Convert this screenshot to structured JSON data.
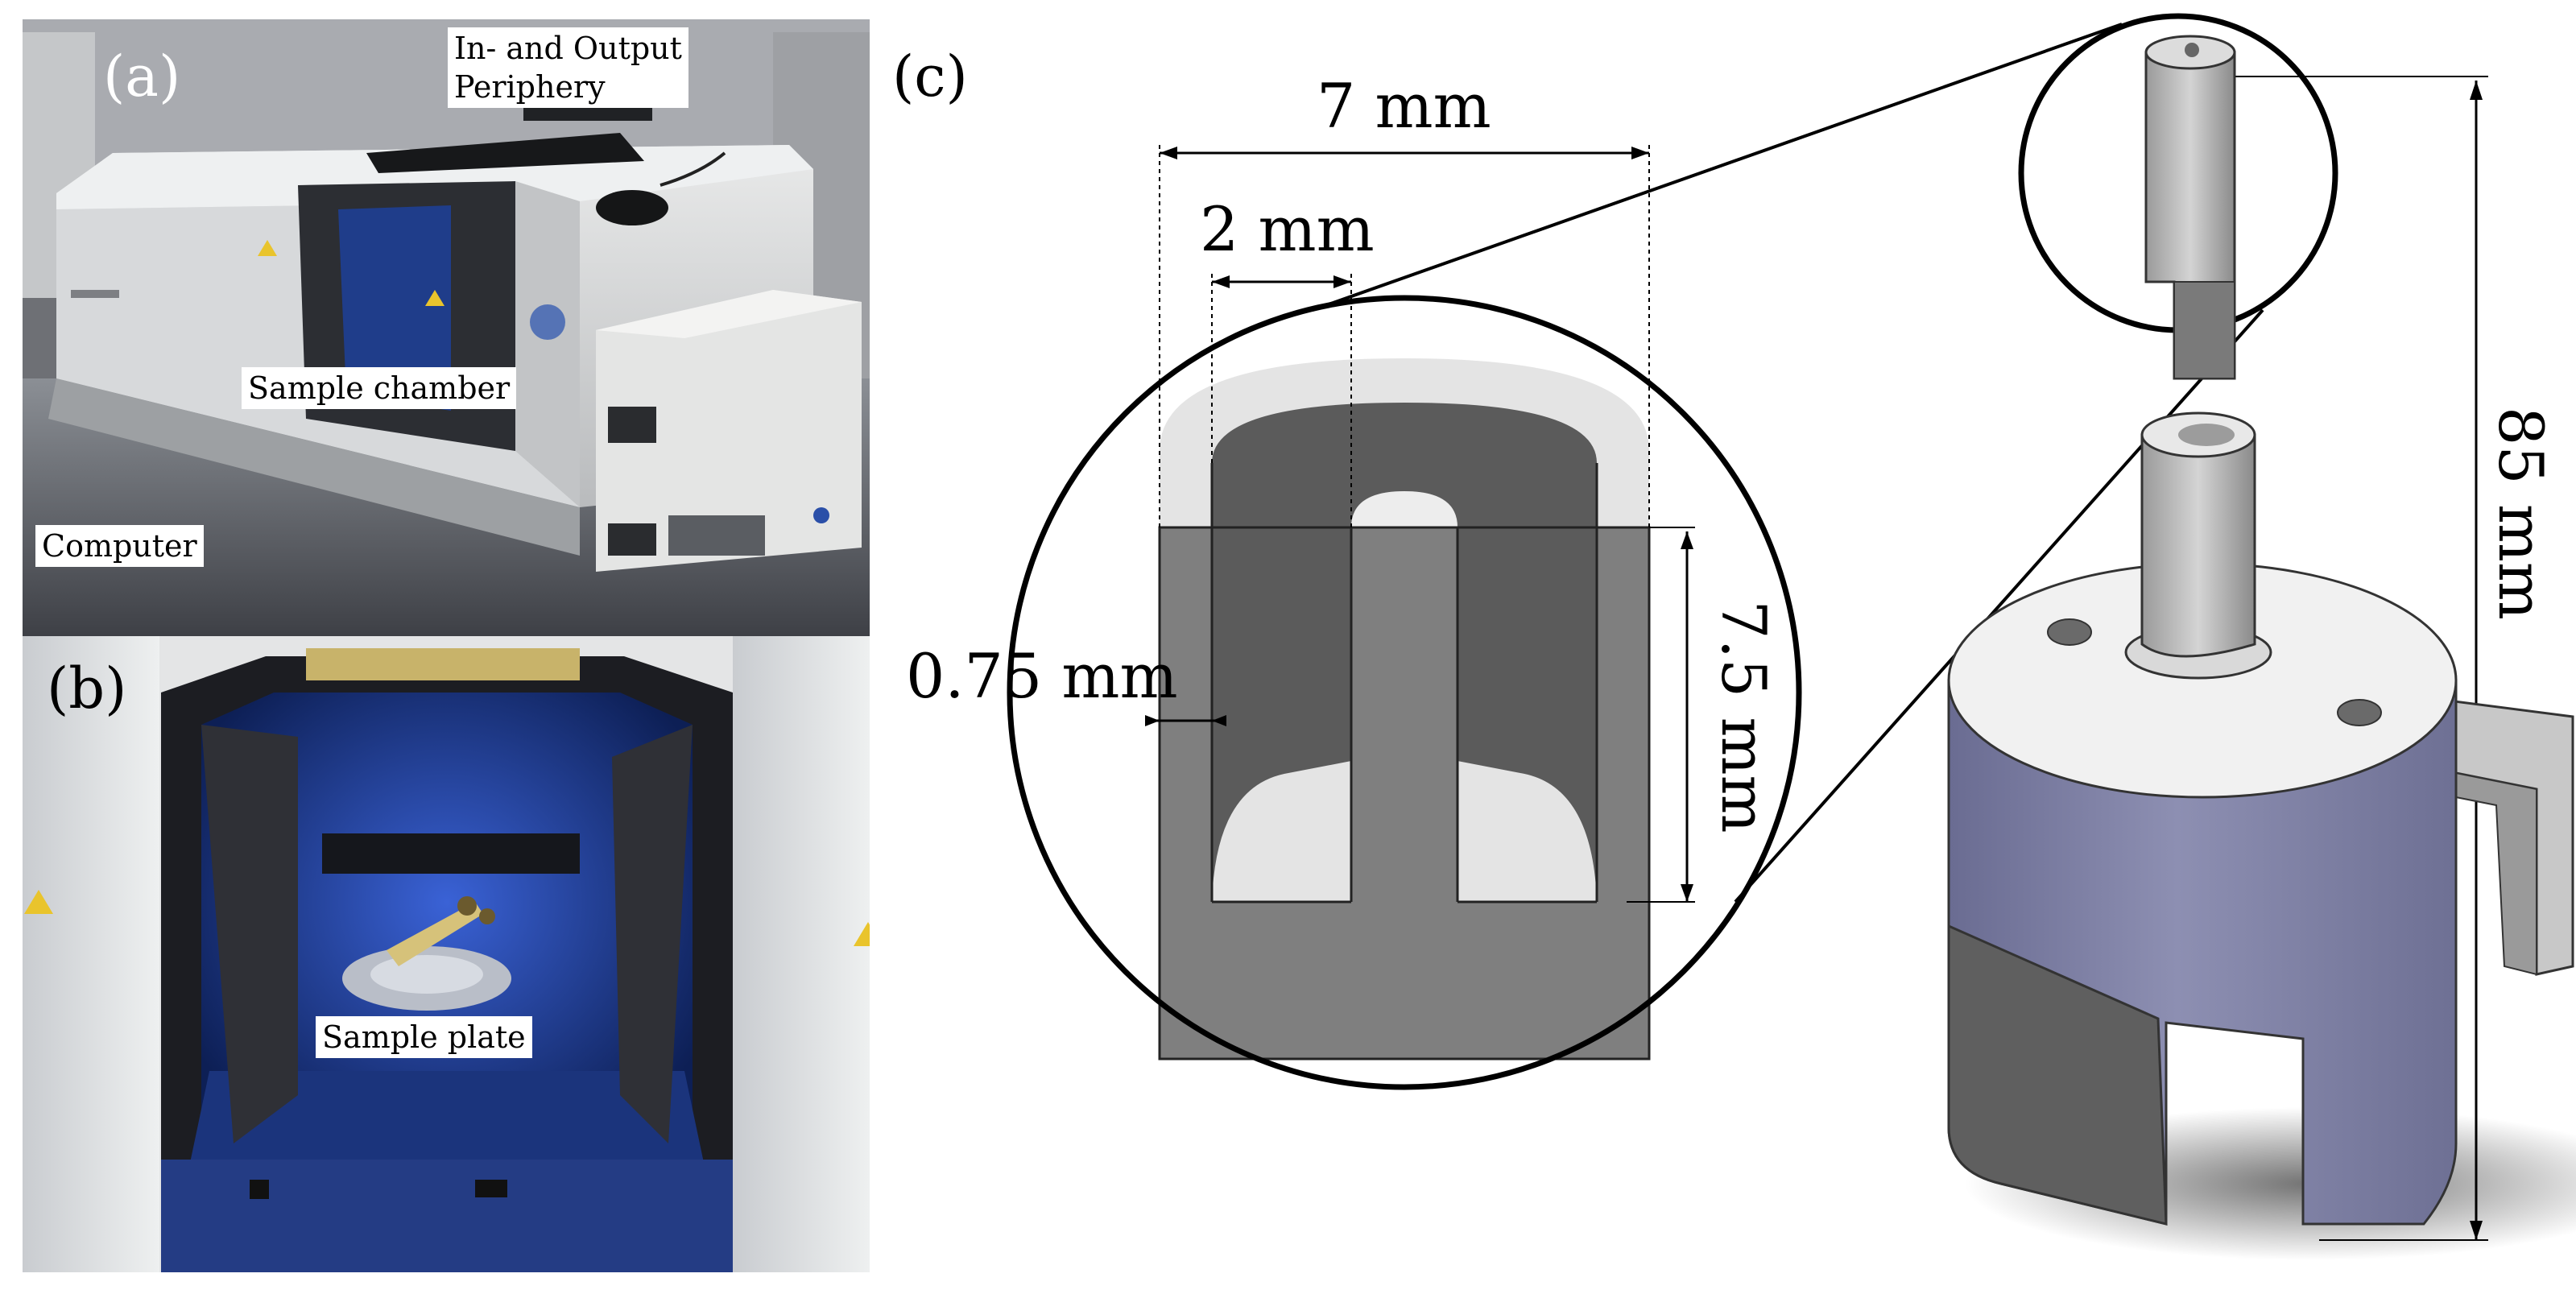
{
  "panels": {
    "a": {
      "letter": "(a)",
      "callouts": {
        "io": [
          "In- and Output",
          "Periphery"
        ],
        "chamber": "Sample chamber",
        "computer": "Computer"
      }
    },
    "b": {
      "letter": "(b)",
      "callouts": {
        "plate": "Sample plate"
      }
    },
    "c": {
      "letter": "(c)",
      "dimensions": {
        "outer_width": "7 mm",
        "slot_width": "2 mm",
        "wall_thickness": "0.75 mm",
        "depth": "7.5 mm",
        "overall_height": "85 mm"
      }
    }
  },
  "colors": {
    "instrument_body": "#d8d9d6",
    "chamber_blue": "#1f3d8a",
    "holder_blue": "#7f81a6",
    "holder_gray": "#5f5f5f",
    "light_gray": "#e3e3e3"
  }
}
